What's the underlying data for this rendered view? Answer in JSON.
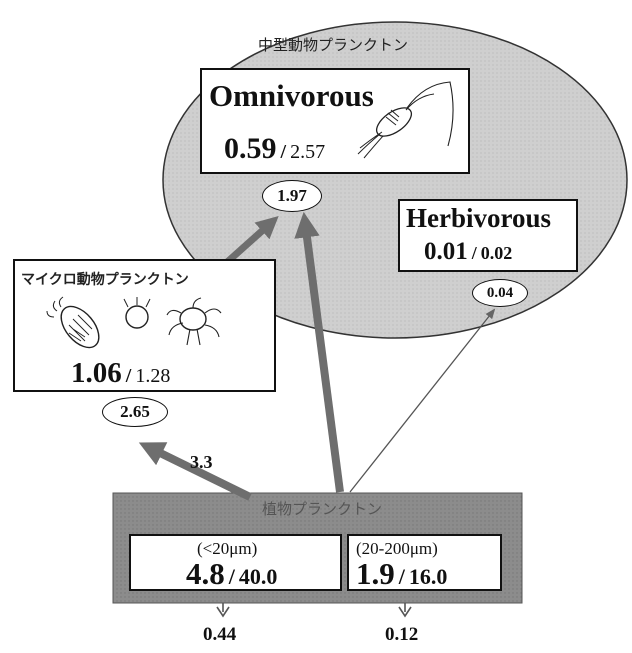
{
  "mesozooplankton": {
    "title": "中型動物プランクトン",
    "omnivorous": {
      "label": "Omnivorous",
      "value_a": "0.59",
      "slash": "/",
      "value_b": "2.57",
      "oval": "1.97"
    },
    "herbivorous": {
      "label": "Herbivorous",
      "value_a": "0.01",
      "slash": "/",
      "value_b": "0.02",
      "oval": "0.04"
    }
  },
  "microzooplankton": {
    "title": "マイクロ動物プランクトン",
    "value_a": "1.06",
    "slash": "/",
    "value_b": "1.28",
    "oval": "2.65"
  },
  "phytoplankton": {
    "title": "植物プランクトン",
    "small": {
      "size": "(<20μm)",
      "value_a": "4.8",
      "slash": "/",
      "value_b": "40.0"
    },
    "large": {
      "size": "(20-200μm)",
      "value_a": "1.9",
      "slash": "/",
      "value_b": "16.0"
    }
  },
  "flows": {
    "phyto_to_micro": "3.3",
    "sink_small": "0.44",
    "sink_large": "0.12"
  },
  "colors": {
    "ellipse_fill": "#cfcfcf",
    "phyto_fill": "#8c8c8c",
    "arrow": "#6e6e6e"
  }
}
